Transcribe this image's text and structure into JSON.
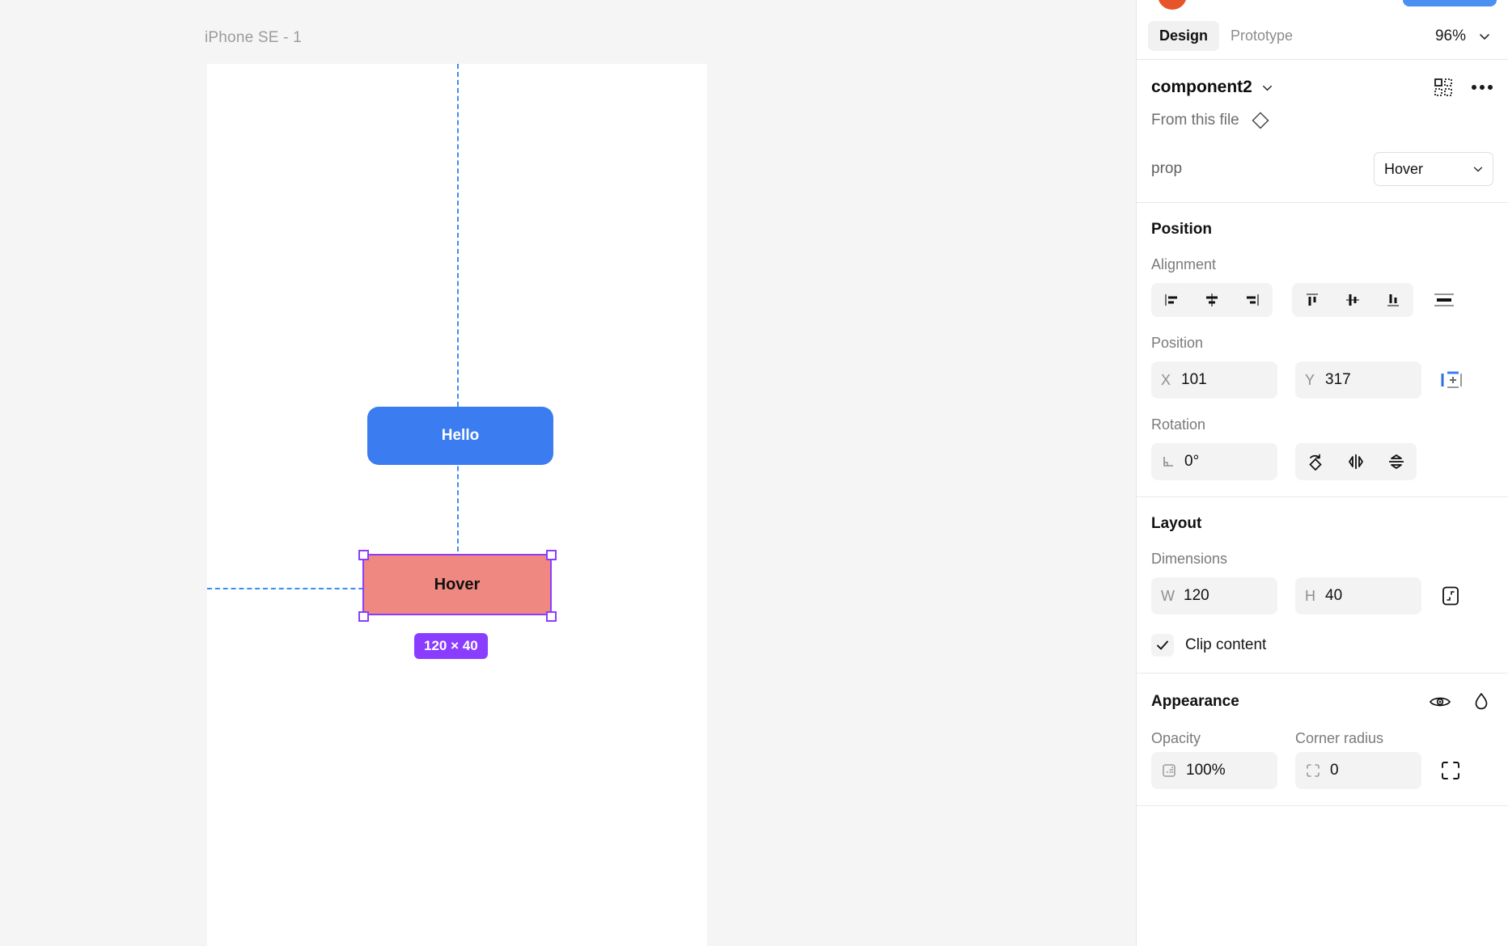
{
  "canvas": {
    "frame_label": "iPhone SE - 1",
    "hello_button_label": "Hello",
    "selected_element_label": "Hover",
    "size_badge": "120 × 40",
    "colors": {
      "hello_fill": "#3b7df0",
      "hover_fill": "#ee8880",
      "selection": "#8b3dff",
      "guide": "#3b8cf5",
      "canvas_bg": "#f5f5f5",
      "frame_bg": "#ffffff"
    }
  },
  "panel": {
    "tabs": [
      {
        "label": "Design",
        "active": true
      },
      {
        "label": "Prototype",
        "active": false
      }
    ],
    "zoom": "96%",
    "component": {
      "name": "component2",
      "source_text": "From this file",
      "prop_label": "prop",
      "prop_value": "Hover"
    },
    "position_section": {
      "title": "Position",
      "alignment_label": "Alignment",
      "alignment_buttons": [
        "align-left-icon",
        "align-horizontal-center-icon",
        "align-right-icon",
        "align-top-icon",
        "align-vertical-center-icon",
        "align-bottom-icon",
        "distribute-vertical-icon"
      ],
      "position_label": "Position",
      "x_key": "X",
      "x_value": "101",
      "y_key": "Y",
      "y_value": "317",
      "rotation_label": "Rotation",
      "rotation_key": "angle-icon",
      "rotation_value": "0°",
      "transform_buttons": [
        "rotate-icon",
        "flip-horizontal-icon",
        "flip-vertical-icon"
      ]
    },
    "layout_section": {
      "title": "Layout",
      "dimensions_label": "Dimensions",
      "w_key": "W",
      "w_value": "120",
      "h_key": "H",
      "h_value": "40",
      "resize_icon": "resize-to-fit-icon",
      "clip_content_label": "Clip content",
      "clip_content_checked": true
    },
    "appearance_section": {
      "title": "Appearance",
      "header_icons": [
        "visibility-eye-icon",
        "blend-mode-drop-icon"
      ],
      "opacity_label": "Opacity",
      "opacity_value": "100%",
      "opacity_icon": "opacity-grid-icon",
      "corner_radius_label": "Corner radius",
      "corner_radius_value": "0",
      "corner_radius_icon": "corner-radius-icon",
      "independent_corners_icon": "independent-corners-icon"
    }
  }
}
